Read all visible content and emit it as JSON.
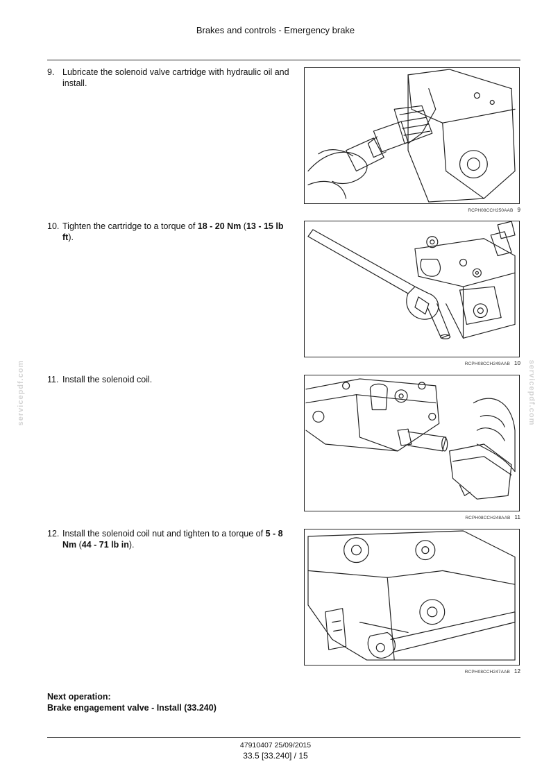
{
  "header": {
    "title": "Brakes and controls - Emergency brake"
  },
  "steps": [
    {
      "number": "9.",
      "text": "Lubricate the solenoid valve cartridge with hydraulic oil and install.",
      "figure": {
        "code": "RCPH08CCH250AAB",
        "number": "9"
      }
    },
    {
      "number": "10.",
      "text_a": "Tighten the cartridge to a torque of ",
      "bold_a": "18 - 20 Nm",
      "text_b": " (",
      "bold_b": "13 - 15 lb ft",
      "text_c": ").",
      "figure": {
        "code": "RCPH08CCH249AAB",
        "number": "10"
      }
    },
    {
      "number": "11.",
      "text": "Install the solenoid coil.",
      "figure": {
        "code": "RCPH08CCH248AAB",
        "number": "11"
      }
    },
    {
      "number": "12.",
      "text_a": "Install the solenoid coil nut and tighten to a torque of ",
      "bold_a": "5 - 8 Nm",
      "text_b": " (",
      "bold_b": "44 - 71 lb in",
      "text_c": ").",
      "figure": {
        "code": "RCPH08CCH247AAB",
        "number": "12"
      }
    }
  ],
  "next_operation": {
    "label": "Next operation:",
    "text": "Brake engagement valve - Install (33.240)"
  },
  "watermark": "servicepdf.com",
  "footer": {
    "doc": "47910407 25/09/2015",
    "page": "33.5 [33.240] / 15"
  }
}
